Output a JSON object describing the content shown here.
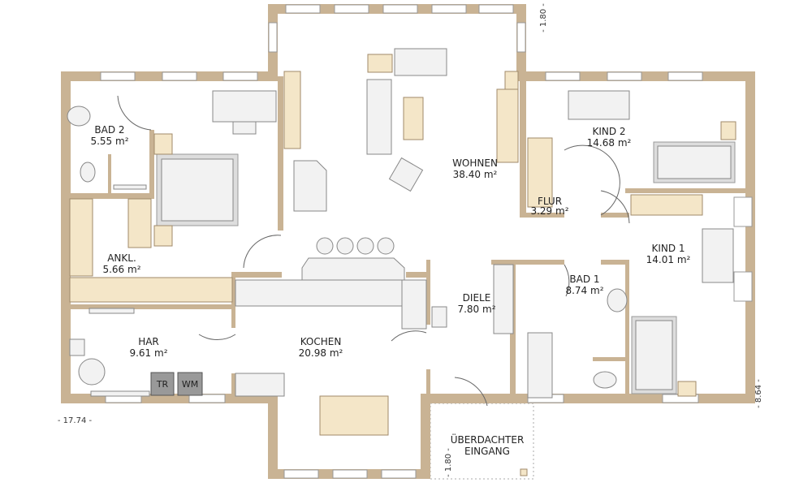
{
  "plan": {
    "rooms": [
      {
        "name": "BAD 2",
        "area": "5.55 m²"
      },
      {
        "name": "ANKL.",
        "area": "5.66 m²"
      },
      {
        "name": "HAR",
        "area": "9.61 m²"
      },
      {
        "name": "KOCHEN",
        "area": "20.98 m²"
      },
      {
        "name": "WOHNEN",
        "area": "38.40 m²"
      },
      {
        "name": "KIND 2",
        "area": "14.68 m²"
      },
      {
        "name": "FLUR",
        "area": "3.29 m²"
      },
      {
        "name": "KIND 1",
        "area": "14.01 m²"
      },
      {
        "name": "BAD 1",
        "area": "8.74 m²"
      },
      {
        "name": "DIELE",
        "area": "7.80 m²"
      }
    ],
    "entrance": {
      "line1": "ÜBERDACHTER",
      "line2": "EINGANG"
    },
    "appliances": {
      "dryer": "TR",
      "washer": "WM"
    },
    "dimensions": {
      "width": "- 17.74 -",
      "depth": "- 8.64 -",
      "bump_top": "- 1.80 -",
      "bump_entry": "- 1.80 -"
    },
    "colors": {
      "wall": "#c9b394",
      "wood": "#f4e6c8"
    }
  }
}
